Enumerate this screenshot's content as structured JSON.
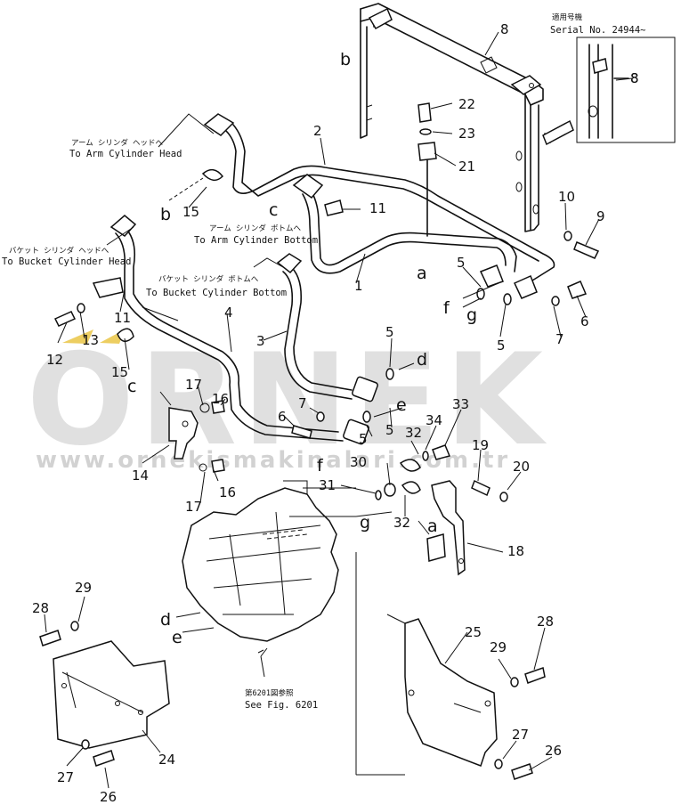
{
  "watermark": {
    "logo": "ORNEK",
    "url": "www.ornekismakinalari.com.tr",
    "accent": "#e8c23a"
  },
  "serial": {
    "jp": "適用号機",
    "en": "Serial No. 24944~"
  },
  "captions": {
    "arm_head_jp": "アーム シリンダ ヘッドへ",
    "arm_head_en": "To Arm Cylinder Head",
    "arm_bottom_jp": "アーム シリンダ ボトムへ",
    "arm_bottom_en": "To Arm Cylinder Bottom",
    "bucket_head_jp": "バケット シリンダ ヘッドへ",
    "bucket_head_en": "To Bucket Cylinder Head",
    "bucket_bottom_jp": "バケット シリンダ ボトムへ",
    "bucket_bottom_en": "To Bucket Cylinder Bottom",
    "see_fig_jp": "第6201図参照",
    "see_fig_en": "See Fig. 6201"
  },
  "callouts": [
    "1",
    "2",
    "3",
    "4",
    "5",
    "5",
    "5",
    "5",
    "5",
    "6",
    "6",
    "7",
    "7",
    "8",
    "8",
    "9",
    "10",
    "11",
    "11",
    "12",
    "13",
    "14",
    "15",
    "15",
    "16",
    "16",
    "17",
    "17",
    "18",
    "19",
    "20",
    "21",
    "22",
    "23",
    "24",
    "25",
    "26",
    "26",
    "27",
    "27",
    "28",
    "28",
    "29",
    "29",
    "30",
    "31",
    "32",
    "32",
    "33",
    "34"
  ],
  "letters": [
    "a",
    "a",
    "b",
    "b",
    "c",
    "c",
    "d",
    "d",
    "e",
    "e",
    "f",
    "f",
    "g",
    "g"
  ]
}
